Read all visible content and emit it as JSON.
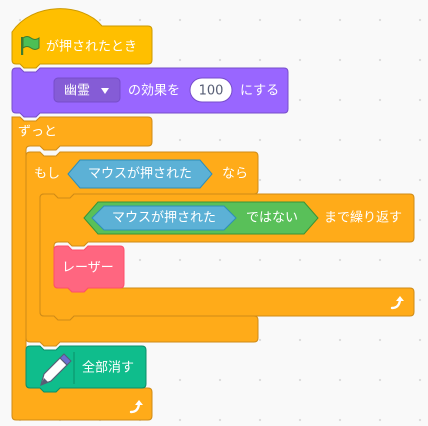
{
  "colors": {
    "events": "#ffbf00",
    "looks": "#9966ff",
    "control": "#ffab19",
    "sensing": "#5cb1d6",
    "operators": "#59c059",
    "custom": "#ff6680",
    "pen": "#0fbd8c"
  },
  "hat": {
    "label": "が押されたとき",
    "icon": "green-flag-icon"
  },
  "effect": {
    "dropdown": "幽霊",
    "middle": "の効果を",
    "value": "100",
    "suffix": "にする"
  },
  "forever": {
    "label": "ずっと",
    "icon": "loop-arrow-icon"
  },
  "if_block": {
    "prefix": "もし",
    "condition": "マウスが押された",
    "suffix": "なら"
  },
  "repeat_until": {
    "inner": "マウスが押された",
    "not_label": "ではない",
    "suffix": "まで繰り返す",
    "icon": "loop-arrow-icon"
  },
  "custom_block": {
    "label": "レーザー"
  },
  "pen_block": {
    "label": "全部消す",
    "icon": "pen-icon"
  }
}
